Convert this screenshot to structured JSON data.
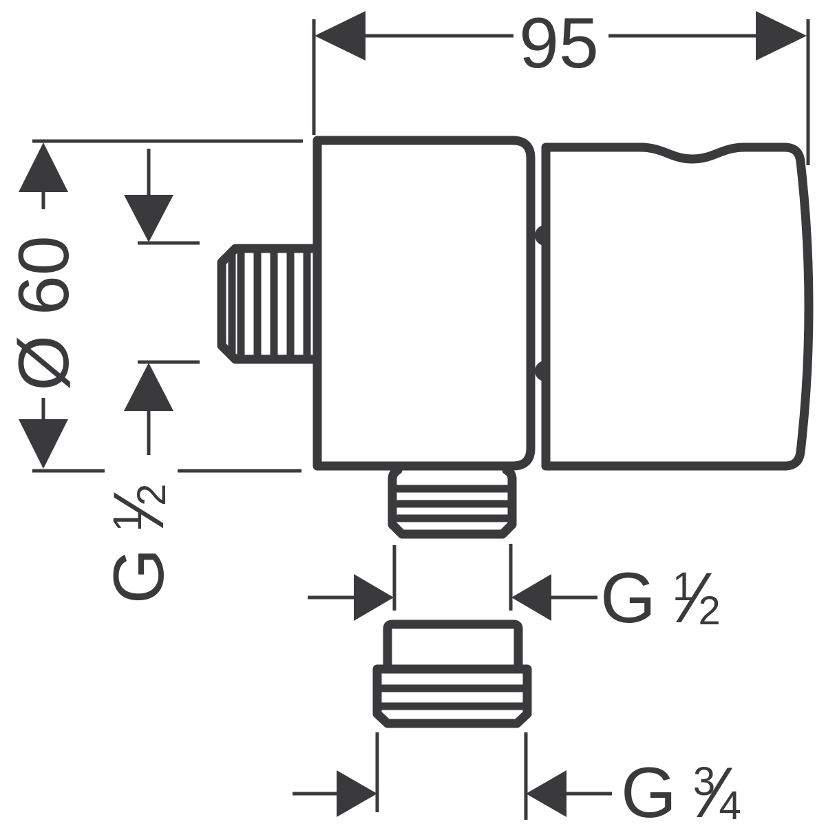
{
  "drawing": {
    "line_color": "#3a3a3c",
    "background_color": "#ffffff",
    "dimensions": {
      "overall_width": {
        "value": "95"
      },
      "body_diameter": {
        "value": "Ø 60"
      },
      "side_inlet_thread": {
        "prefix": "G",
        "numerator": "1",
        "slash": "⁄",
        "denominator": "2"
      },
      "bottom_outlet_thread": {
        "prefix": "G",
        "numerator": "1",
        "slash": "⁄",
        "denominator": "2"
      },
      "adapter_thread": {
        "prefix": "G",
        "numerator": "3",
        "slash": "⁄",
        "denominator": "4"
      }
    }
  }
}
